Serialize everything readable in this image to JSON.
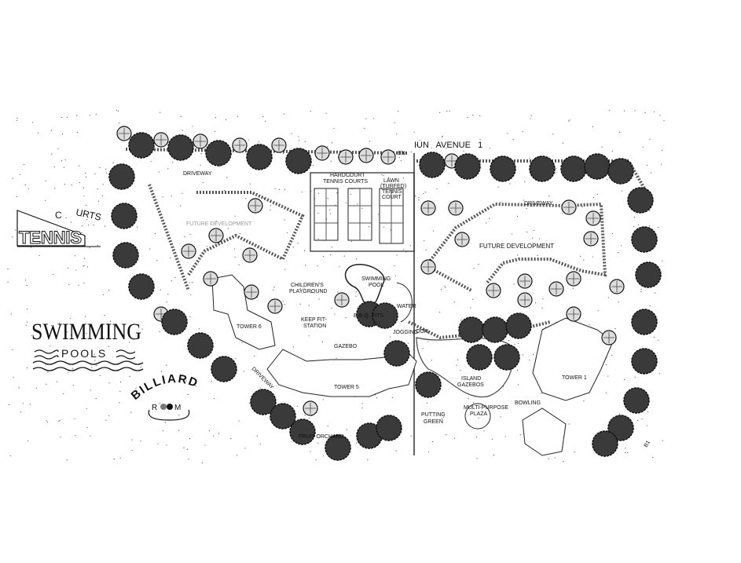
{
  "street": {
    "prefix": "EN",
    "name": "IUN   AVENUE   1"
  },
  "logos": {
    "tennis": {
      "main": "TENNIS",
      "c": "C",
      "urts": "URTS"
    },
    "swimming": {
      "main": "SWIMMING",
      "sub": "POOLS"
    },
    "billiard": {
      "main": "BILLIARD",
      "r": "R",
      "m": "M"
    }
  },
  "labels": {
    "driveway_north": "DRIVEWAY",
    "hardcourt_1": "HARDCOURT",
    "hardcourt_2": "TENNIS COURTS",
    "lawn_1": "LAWN",
    "lawn_2": "(TURFED)",
    "lawn_3": "TENNIS",
    "lawn_4": "COURT",
    "future_dev_west": "FUTURE DEVELOPMENT",
    "future_dev_east": "FUTURE DEVELOPMENT",
    "driveway_east": "DRIVEWAY",
    "playground_1": "CHILDREN'S",
    "playground_2": "PLAYGROUND",
    "pool_1": "SWIMMING",
    "pool_2": "POOL",
    "water": "WATER",
    "tower6": "TOWER 6",
    "keepfit_1": "KEEP FIT-",
    "keepfit_2": "STATION",
    "bbq": "B.B.Q. PITS",
    "gazebo": "GAZEBO",
    "jogging": "JOGGING",
    "lagoon": "OON",
    "driveway_south": "DRIVEWAY",
    "tower5": "TOWER 5",
    "orchard": "FRUIT ORCHARD",
    "island_1": "ISLAND",
    "island_2": "GAZEBOS",
    "tower1": "TOWER 1",
    "plaza_1": "MULTI-PURPOSE",
    "plaza_2": "PLAZA",
    "bowling": "BOWLING",
    "putting_1": "PUTTING",
    "putting_2": "GREEN",
    "b1": "B1"
  }
}
